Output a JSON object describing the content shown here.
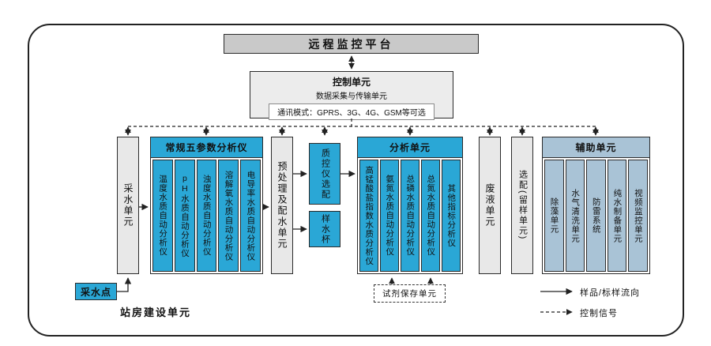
{
  "platform": {
    "label": "远程监控平台"
  },
  "control": {
    "title": "控制单元",
    "subtitle": "数据采集与传输单元",
    "comm": "通讯模式：GPRS、3G、4G、GSM等可选"
  },
  "units": {
    "intake": {
      "label": "采水单元"
    },
    "five_param": {
      "title": "常规五参数分析仪",
      "columns": [
        "温度水质自动分析仪",
        "pH水质自动分析仪",
        "浊度水质自动分析仪",
        "溶解氧水质自动分析仪",
        "电导率水质自动分析仪"
      ]
    },
    "pretreat": {
      "label": "预处理及配水单元"
    },
    "qc": {
      "label": "质控仪选配"
    },
    "cup": {
      "label": "样水杯"
    },
    "analysis": {
      "title": "分析单元",
      "columns": [
        "高锰酸盐指数水质分析仪",
        "氨氮水质自动分析仪",
        "总磷水质自动分析仪",
        "总氮水质自动分析仪",
        "其他指标分析仪"
      ]
    },
    "waste": {
      "label": "废液单元"
    },
    "optional": {
      "label": "选配(留样单元)"
    },
    "aux": {
      "title": "辅助单元",
      "columns": [
        "除藻单元",
        "水气清洗单元",
        "防雷系统",
        "纯水制备单元",
        "视频监控单元"
      ]
    }
  },
  "bottom": {
    "intake_point": "采水点",
    "station": "站房建设单元",
    "reagent": "试剂保存单元"
  },
  "legend": {
    "solid": "样品/标样流向",
    "dashed": "控制信号"
  },
  "colors": {
    "blue": "#2aa7d6",
    "light_blue": "#a9c3d6",
    "unit_gray": "#e8e8e8",
    "platform_gray": "#c9c9c9",
    "line": "#222222"
  }
}
